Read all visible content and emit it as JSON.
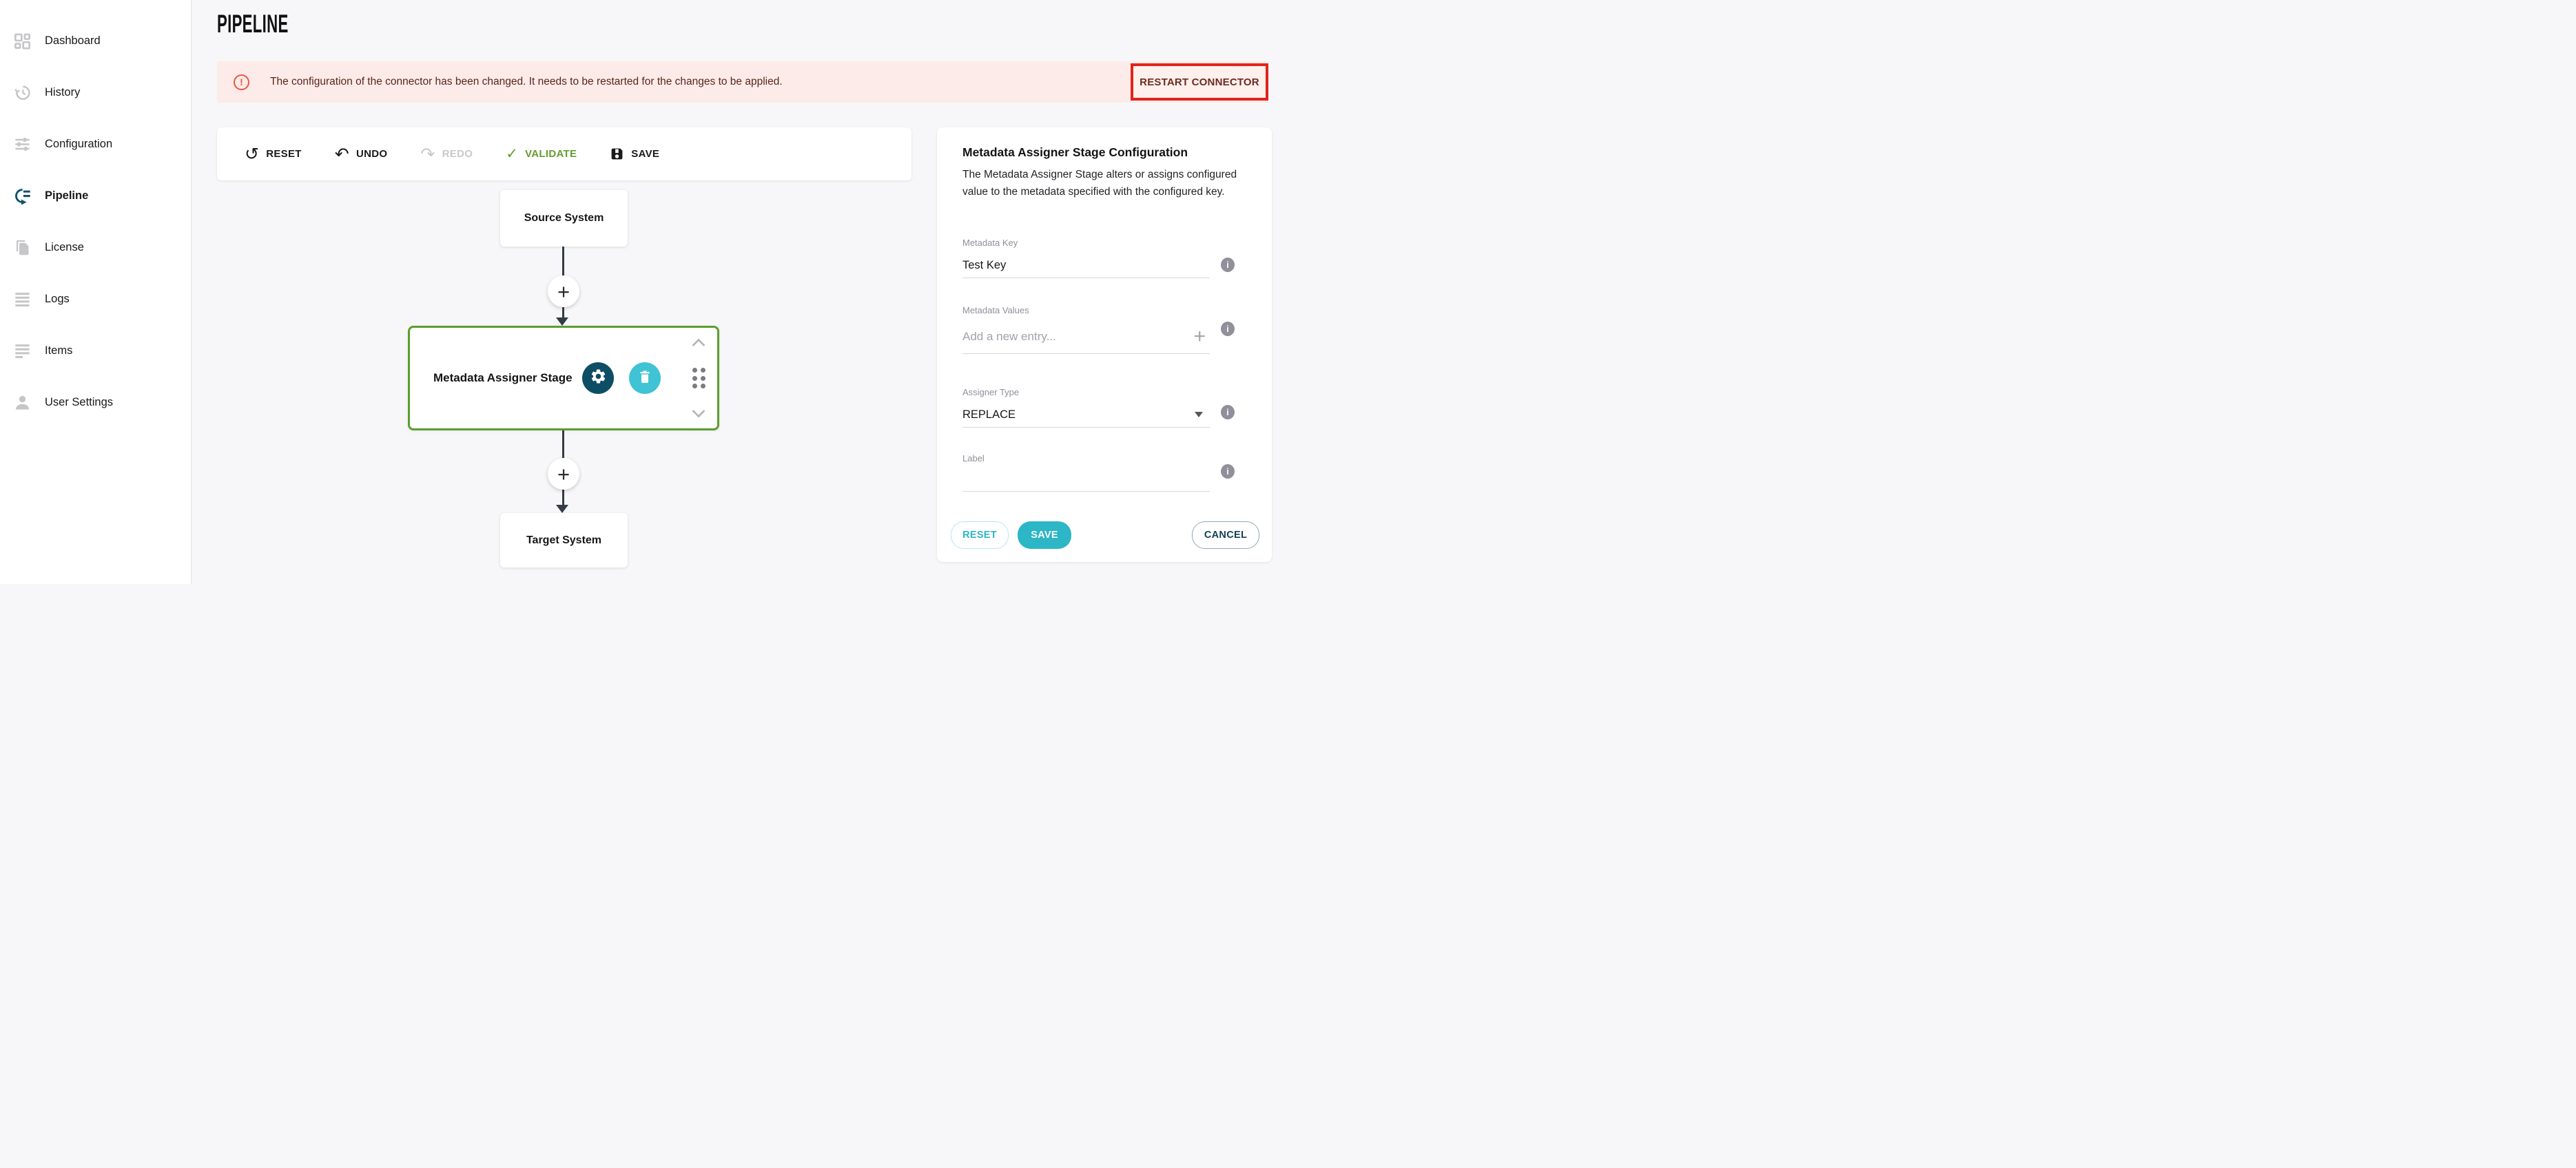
{
  "colors": {
    "accent_teal": "#2cb6c6",
    "gear_navy": "#0e4e65",
    "trash_cyan": "#3fc3d5",
    "stage_border_green": "#5b9e2d",
    "validate_green": "#679b30",
    "banner_bg": "#fcebe8",
    "banner_text": "#5a251c",
    "banner_icon_red": "#f05444",
    "annotation_red": "#e2231a",
    "page_bg": "#f7f7f9"
  },
  "sidebar": {
    "items": [
      {
        "label": "Dashboard",
        "icon": "dashboard-grid-icon",
        "active": false
      },
      {
        "label": "History",
        "icon": "history-clock-icon",
        "active": false
      },
      {
        "label": "Configuration",
        "icon": "tune-sliders-icon",
        "active": false
      },
      {
        "label": "Pipeline",
        "icon": "pipeline-cycle-icon",
        "active": true
      },
      {
        "label": "License",
        "icon": "license-document-icon",
        "active": false
      },
      {
        "label": "Logs",
        "icon": "logs-lines-icon",
        "active": false
      },
      {
        "label": "Items",
        "icon": "items-list-icon",
        "active": false
      },
      {
        "label": "User Settings",
        "icon": "user-person-icon",
        "active": false
      }
    ]
  },
  "header": {
    "title": "PIPELINE"
  },
  "banner": {
    "message": "The configuration of the connector has been changed. It needs to be restarted for the changes to be applied.",
    "icon": "alert-exclamation-icon",
    "icon_glyph": "!",
    "action_label": "RESTART CONNECTOR"
  },
  "toolbar": {
    "buttons": [
      {
        "label": "RESET",
        "icon": "reset-icon",
        "glyph": "↺",
        "state": "enabled"
      },
      {
        "label": "UNDO",
        "icon": "undo-icon",
        "glyph": "↶",
        "state": "enabled"
      },
      {
        "label": "REDO",
        "icon": "redo-icon",
        "glyph": "↷",
        "state": "disabled"
      },
      {
        "label": "VALIDATE",
        "icon": "validate-check-icon",
        "glyph": "✓",
        "state": "enabled"
      },
      {
        "label": "SAVE",
        "icon": "save-floppy-icon",
        "glyph": "",
        "state": "enabled"
      }
    ]
  },
  "pipeline": {
    "source_label": "Source System",
    "stage_label": "Metadata Assigner Stage",
    "target_label": "Target System",
    "add_stage_glyph": "+",
    "stage_selected": true
  },
  "config_panel": {
    "title": "Metadata Assigner Stage Configuration",
    "description": "The Metadata Assigner Stage alters or assigns configured value to the metadata specified with the configured key.",
    "fields": {
      "metadata_key": {
        "label": "Metadata Key",
        "value": "Test Key"
      },
      "metadata_values": {
        "label": "Metadata Values",
        "value": "",
        "placeholder": "Add a new entry...",
        "add_glyph": "+"
      },
      "assigner_type": {
        "label": "Assigner Type",
        "value": "REPLACE"
      },
      "stage_label": {
        "label": "Label",
        "value": ""
      }
    },
    "info_glyph": "i",
    "buttons": {
      "reset": "RESET",
      "save": "SAVE",
      "cancel": "CANCEL"
    }
  }
}
